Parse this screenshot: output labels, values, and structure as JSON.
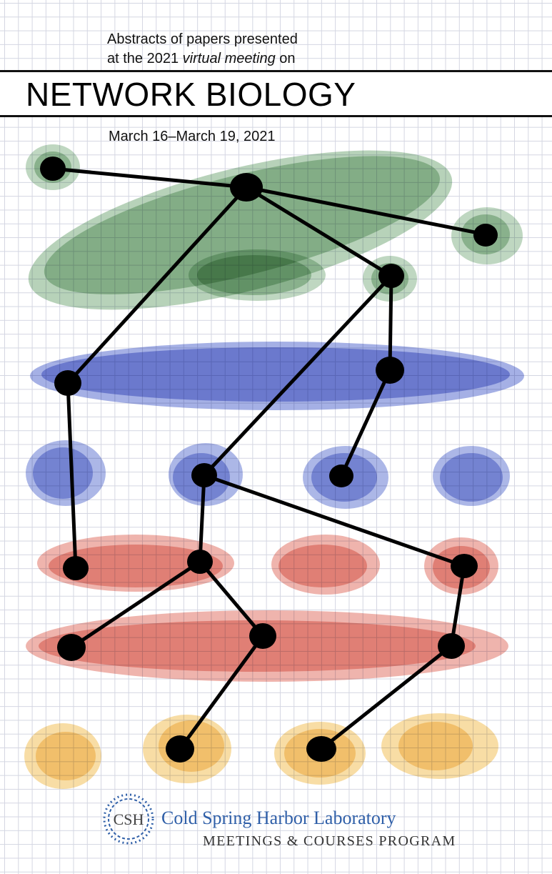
{
  "header": {
    "subtitle_line1": "Abstracts of papers presented",
    "subtitle_line2_pre": "at the 2021 ",
    "subtitle_line2_em": "virtual meeting",
    "subtitle_line2_post": " on",
    "title": "NETWORK BIOLOGY",
    "dates": "March 16–March 19, 2021"
  },
  "footer": {
    "logo_text": "CSH",
    "lab_name": "Cold Spring Harbor Laboratory",
    "program": "MEETINGS & COURSES PROGRAM"
  },
  "colors": {
    "green": "#5f9a62",
    "blue": "#5a6fd0",
    "red": "#e06a5c",
    "yellow": "#f2c15a",
    "node": "#000000",
    "brand_blue": "#2f5fa8"
  }
}
